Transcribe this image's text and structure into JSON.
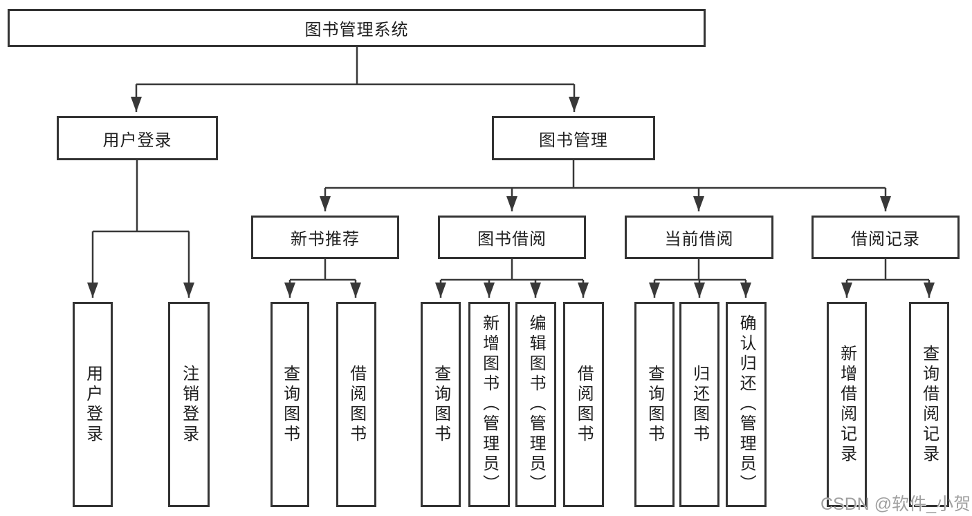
{
  "nodes": {
    "root": "图书管理系统",
    "user_login": "用户登录",
    "book_mgmt": "图书管理",
    "new_book_rec": "新书推荐",
    "book_borrow": "图书借阅",
    "current_borrow": "当前借阅",
    "borrow_record": "借阅记录"
  },
  "leaves": {
    "user_login": [
      "用户登录",
      "注销登录"
    ],
    "new_book_rec": [
      "查询图书",
      "借阅图书"
    ],
    "book_borrow": [
      "查询图书",
      "新增图书（管理员）",
      "编辑图书（管理员）",
      "借阅图书"
    ],
    "current_borrow": [
      "查询图书",
      "归还图书",
      "确认归还（管理员）"
    ],
    "borrow_record": [
      "新增借阅记录",
      "查询借阅记录"
    ]
  },
  "watermark": "CSDN @软件_小贺同学",
  "colors": {
    "line": "#383838",
    "box_border": "#333333",
    "text": "#1f1f1f",
    "watermark": "#a0a0a0",
    "background": "#ffffff"
  }
}
